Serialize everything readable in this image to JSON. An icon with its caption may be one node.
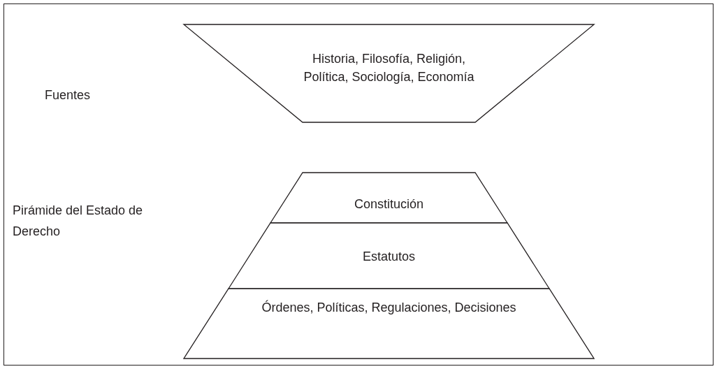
{
  "diagram": {
    "nodes": [
      {
        "text": [
          "Historia, Filosofía, Religión, Política, Sociología, Economía"
        ]
      },
      {
        "text": [
          "Constitución"
        ]
      },
      {
        "text": [
          "Estatutos"
        ]
      },
      {
        "text": [
          "Órdenes, Políticas, Regulaciones, Decisiones"
        ]
      }
    ],
    "labels": [
      "Fuentes",
      "Pirámide del Estado de Derecho"
    ]
  }
}
